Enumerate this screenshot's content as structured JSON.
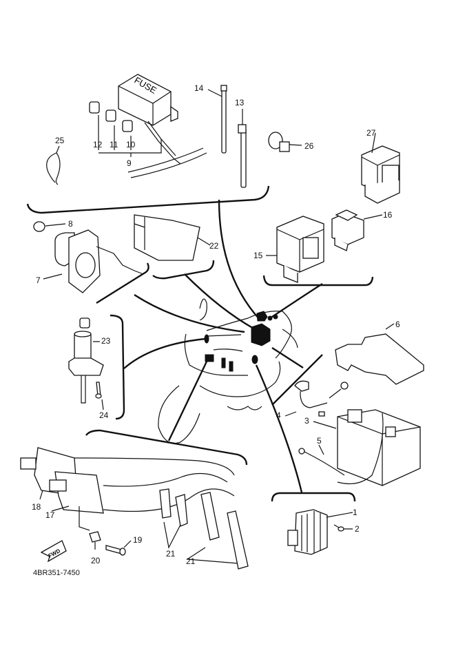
{
  "diagram": {
    "title": "Electrical parts exploded view",
    "drawing_code": "4BR351-7450",
    "fuse_box_text": "FUSE",
    "direction_marker": "FWD",
    "callouts": [
      {
        "id": "c1",
        "number": "1",
        "part": "rectifier-regulator"
      },
      {
        "id": "c2",
        "number": "2",
        "part": "bolt"
      },
      {
        "id": "c3",
        "number": "3",
        "part": "battery"
      },
      {
        "id": "c4",
        "number": "4",
        "part": "battery-positive-lead"
      },
      {
        "id": "c5",
        "number": "5",
        "part": "battery-negative-lead"
      },
      {
        "id": "c6",
        "number": "6",
        "part": "battery-cover"
      },
      {
        "id": "c7",
        "number": "7",
        "part": "horn"
      },
      {
        "id": "c8",
        "number": "8",
        "part": "nut"
      },
      {
        "id": "c9",
        "number": "9",
        "part": "fuse-box-assembly"
      },
      {
        "id": "c10",
        "number": "10",
        "part": "fuse"
      },
      {
        "id": "c11",
        "number": "11",
        "part": "fuse"
      },
      {
        "id": "c12",
        "number": "12",
        "part": "fuse"
      },
      {
        "id": "c13",
        "number": "13",
        "part": "cable-tie"
      },
      {
        "id": "c14",
        "number": "14",
        "part": "cable-tie"
      },
      {
        "id": "c15",
        "number": "15",
        "part": "relay"
      },
      {
        "id": "c16",
        "number": "16",
        "part": "relay"
      },
      {
        "id": "c17",
        "number": "17",
        "part": "ignition-coil"
      },
      {
        "id": "c18",
        "number": "18",
        "part": "ignition-coil"
      },
      {
        "id": "c19",
        "number": "19",
        "part": "bolt"
      },
      {
        "id": "c20",
        "number": "20",
        "part": "collar"
      },
      {
        "id": "c21a",
        "number": "21",
        "part": "spark-plug-cap"
      },
      {
        "id": "c21b",
        "number": "21",
        "part": "spark-plug-cap"
      },
      {
        "id": "c22",
        "number": "22",
        "part": "cdi-unit"
      },
      {
        "id": "c23",
        "number": "23",
        "part": "main-switch"
      },
      {
        "id": "c24",
        "number": "24",
        "part": "screw"
      },
      {
        "id": "c25",
        "number": "25",
        "part": "band"
      },
      {
        "id": "c26",
        "number": "26",
        "part": "clamp"
      },
      {
        "id": "c27",
        "number": "27",
        "part": "flasher-relay"
      }
    ]
  }
}
